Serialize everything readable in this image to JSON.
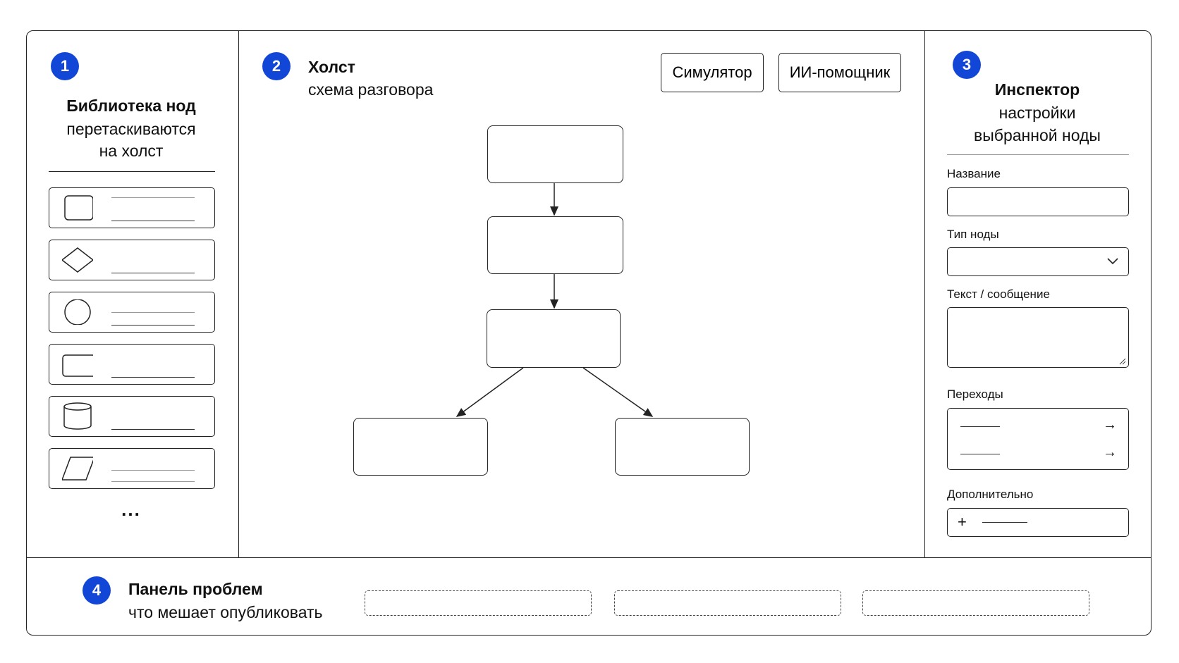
{
  "library": {
    "badge": "1",
    "title": "Библиотека нод",
    "subtitle_line1": "перетаскиваются",
    "subtitle_line2": "на холст",
    "items": [
      {
        "icon": "square-icon"
      },
      {
        "icon": "diamond-icon"
      },
      {
        "icon": "circle-icon"
      },
      {
        "icon": "rectangle-icon"
      },
      {
        "icon": "cylinder-icon"
      },
      {
        "icon": "parallelogram-icon"
      }
    ],
    "more": "..."
  },
  "canvas": {
    "badge": "2",
    "title": "Холст",
    "subtitle": "схема разговора",
    "simulator_button": "Симулятор",
    "ai_button": "ИИ-помощник",
    "nodes": [
      {
        "id": "node-1"
      },
      {
        "id": "node-2"
      },
      {
        "id": "node-3"
      },
      {
        "id": "node-4"
      },
      {
        "id": "node-5"
      }
    ],
    "edges": [
      {
        "from": "node-1",
        "to": "node-2"
      },
      {
        "from": "node-2",
        "to": "node-3"
      },
      {
        "from": "node-3",
        "to": "node-4"
      },
      {
        "from": "node-3",
        "to": "node-5"
      }
    ]
  },
  "inspector": {
    "badge": "3",
    "title": "Инспектор",
    "subtitle_line1": "настройки",
    "subtitle_line2": "выбранной ноды",
    "name_label": "Название",
    "type_label": "Тип ноды",
    "text_label": "Текст / сообщение",
    "transitions_label": "Переходы",
    "extra_label": "Дополнительно",
    "add_symbol": "+",
    "arrow_symbol": "→"
  },
  "issues": {
    "badge": "4",
    "title": "Панель проблем",
    "subtitle": "что мешает опубликовать"
  },
  "colors": {
    "badge": "#1246d6",
    "stroke": "#222222",
    "background": "#ffffff"
  }
}
